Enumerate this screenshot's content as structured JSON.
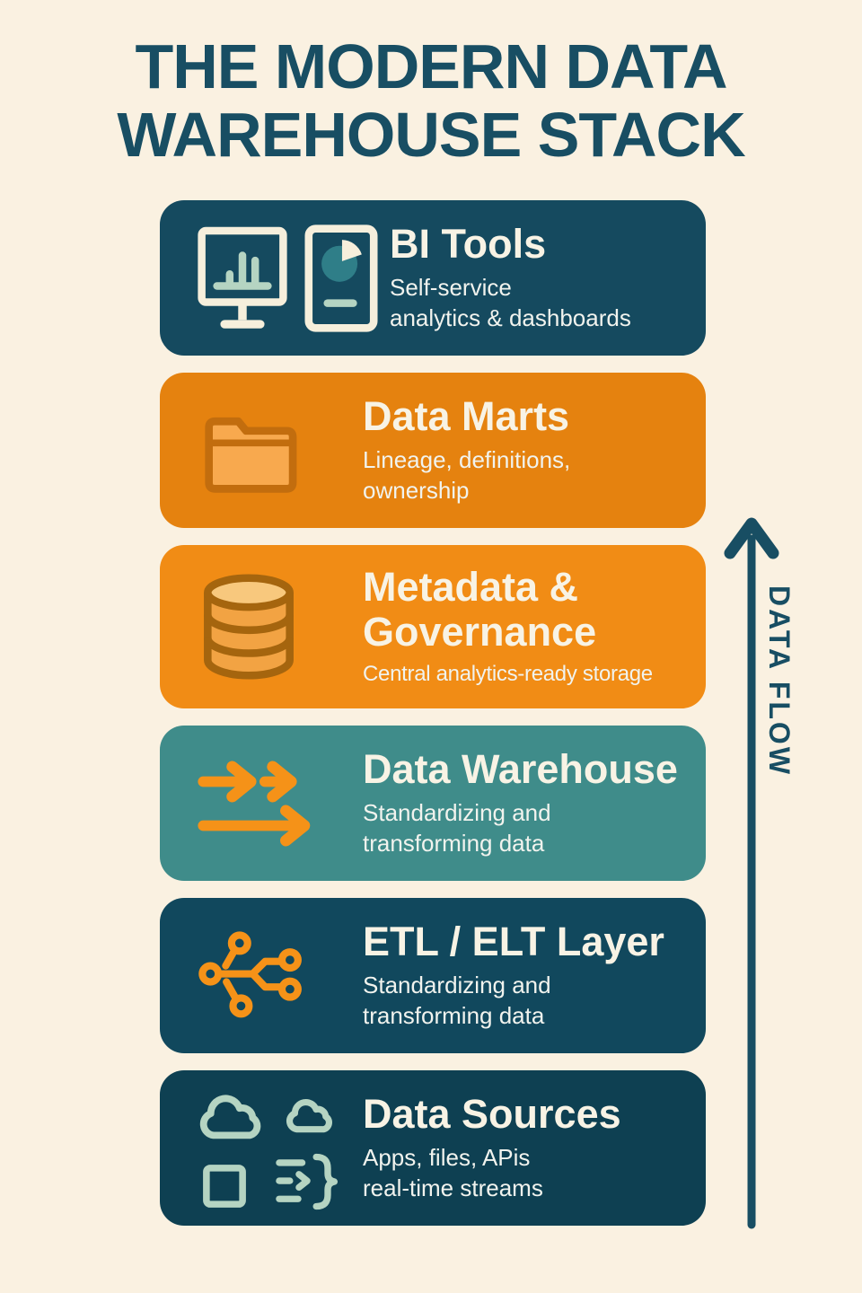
{
  "page": {
    "title": "THE MODERN DATA\nWAREHOUSE STACK",
    "background_color": "#faf1e1",
    "title_color": "#184e63"
  },
  "flow": {
    "label": "DATA FLOW",
    "arrow_icon": "arrow-up",
    "color": "#184e63"
  },
  "colors": {
    "icon_orange": "#f59218",
    "icon_cream": "#f6efdc",
    "icon_sage": "#b5d4c2",
    "pie_teal": "#2f7e88",
    "folder_fill": "#f8a94e",
    "folder_stroke": "#c26d0e",
    "db_fill": "#f2a343",
    "db_top": "#f8c87d",
    "db_stroke": "#a5650e"
  },
  "cards": [
    {
      "id": "bi-tools",
      "title": "BI Tools",
      "subtitle": "Self-service\nanalytics & dashboards",
      "bg": "#154a5f",
      "icons": [
        "monitor-bar-chart-icon",
        "report-pie-chart-icon"
      ]
    },
    {
      "id": "data-marts",
      "title": "Data Marts",
      "subtitle": "Lineage, definitions,\nownership",
      "bg": "#e5820f",
      "icons": [
        "folder-icon"
      ]
    },
    {
      "id": "metadata-governance",
      "title": "Metadata &\nGovernance",
      "subtitle": "Central analytics-ready storage",
      "bg": "#f18c15",
      "icons": [
        "database-icon"
      ]
    },
    {
      "id": "data-warehouse",
      "title": "Data Warehouse",
      "subtitle": "Standardizing and\ntransforming data",
      "bg": "#3f8c8a",
      "icons": [
        "flow-arrows-icon"
      ]
    },
    {
      "id": "etl-elt-layer",
      "title": "ETL / ELT Layer",
      "subtitle": "Standardizing and\ntransforming data",
      "bg": "#11485d",
      "icons": [
        "network-nodes-icon"
      ]
    },
    {
      "id": "data-sources",
      "title": "Data Sources",
      "subtitle": "Apps, files, APis\nreal-time streams",
      "bg": "#0e4052",
      "icons": [
        "cloud-icon",
        "cloud-icon",
        "square-icon",
        "stream-brace-icon"
      ]
    }
  ]
}
